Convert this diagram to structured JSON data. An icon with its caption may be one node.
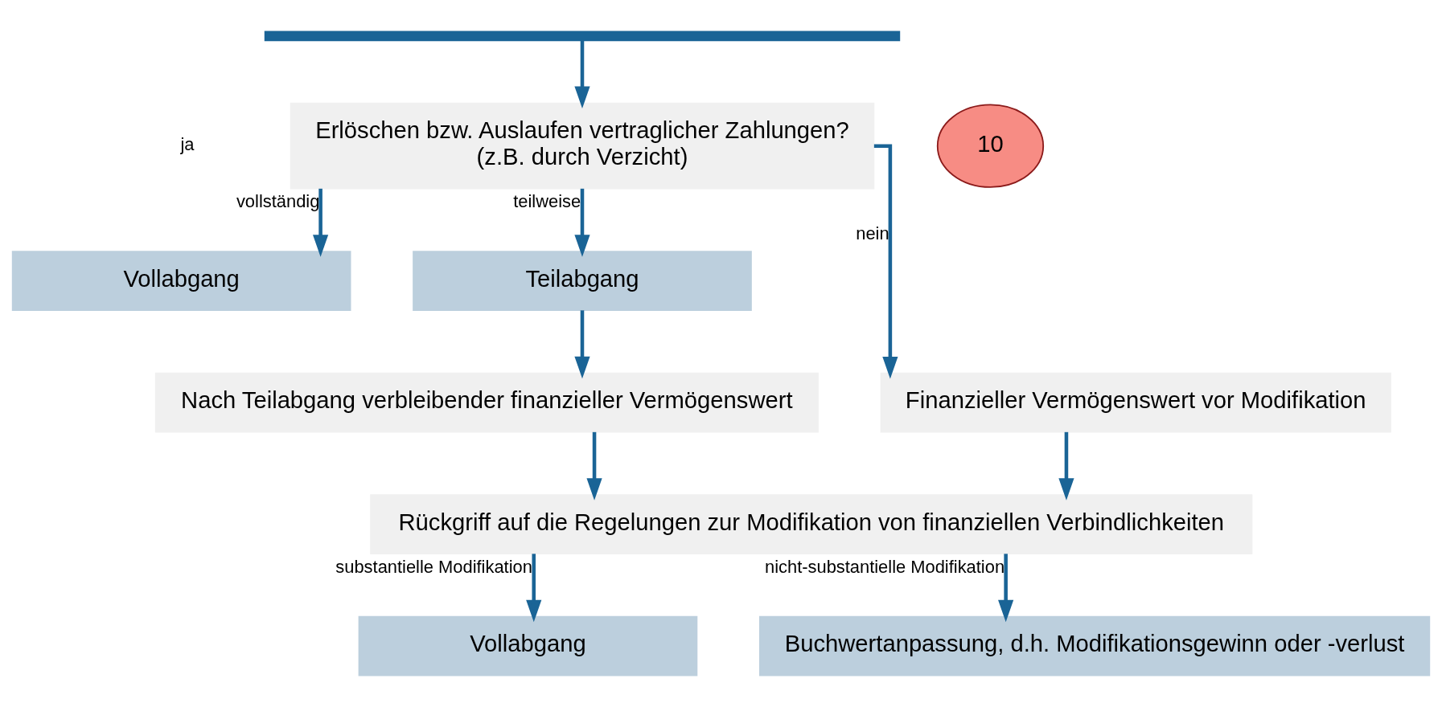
{
  "diagram": {
    "nodes": [
      {
        "text": [
          "Erlöschen bzw. Auslaufen vertraglicher Zahlungen?",
          "(z.B. durch Verzicht)"
        ]
      },
      {
        "text": [
          "10"
        ]
      },
      {
        "text": [
          "Vollabgang"
        ]
      },
      {
        "text": [
          "Teilabgang"
        ]
      },
      {
        "text": [
          "Nach Teilabgang verbleibender finanzieller Vermögenswert"
        ]
      },
      {
        "text": [
          "Finanzieller Vermögenswert vor Modifikation"
        ]
      },
      {
        "text": [
          "Rückgriff auf die Regelungen zur Modifikation von finanziellen Verbindlichkeiten"
        ]
      },
      {
        "text": [
          "Vollabgang"
        ]
      },
      {
        "text": [
          "Buchwertanpassung, d.h. Modifikationsgewinn oder -verlust"
        ]
      }
    ],
    "edges": [
      {
        "from": null,
        "to": 0,
        "arrow": "to"
      },
      {
        "from": 0,
        "to": 2,
        "label": "vollständig",
        "arrow": "to"
      },
      {
        "from": 0,
        "to": 3,
        "label": "teilweise",
        "arrow": "to"
      },
      {
        "from": 0,
        "to": 5,
        "label": "nein",
        "arrow": "to"
      },
      {
        "from": 3,
        "to": 4,
        "arrow": "to"
      },
      {
        "from": 4,
        "to": 6,
        "arrow": "to"
      },
      {
        "from": 5,
        "to": 6,
        "arrow": "to"
      },
      {
        "from": 6,
        "to": 7,
        "label": "substantielle Modifikation",
        "arrow": "to"
      },
      {
        "from": 6,
        "to": 8,
        "label": "nicht-substantielle Modifikation",
        "arrow": "to"
      }
    ],
    "labels": [
      "ja"
    ]
  }
}
